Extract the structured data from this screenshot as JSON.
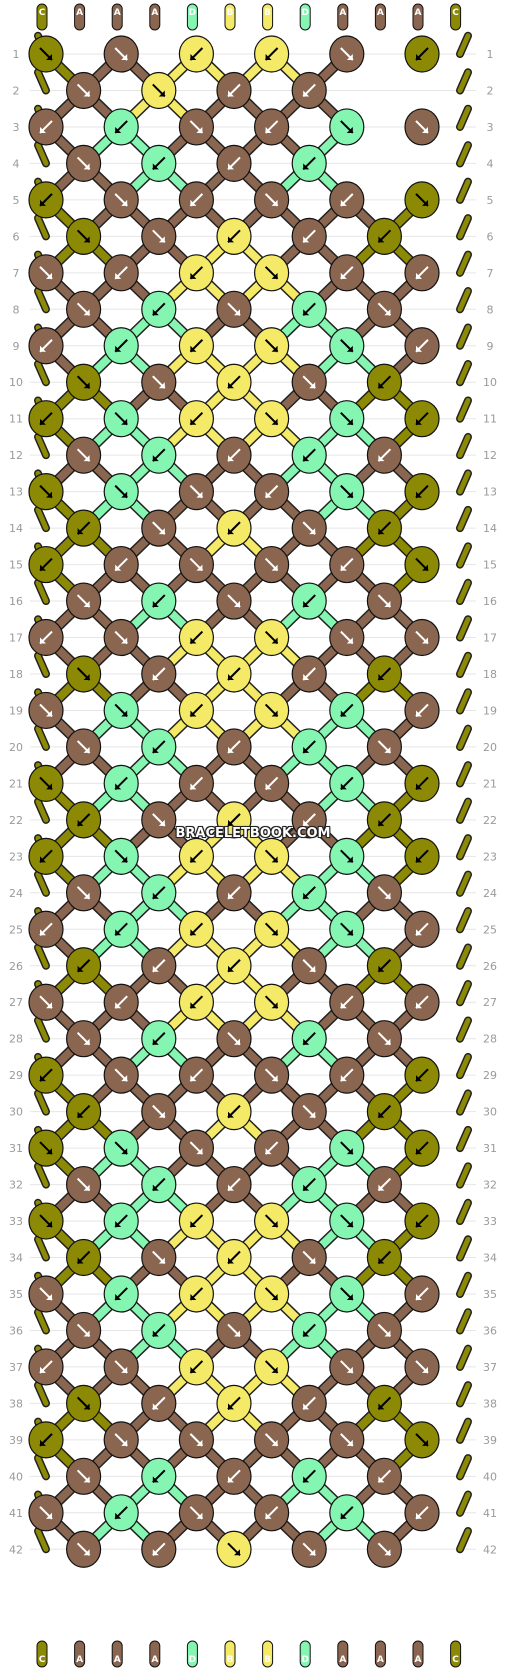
{
  "watermark": "BRACELETBOOK.COM",
  "colors": {
    "A": "#8a6650",
    "B": "#f4ea67",
    "C": "#8c8a04",
    "D": "#85f6b2"
  },
  "strands_top": [
    "C",
    "A",
    "A",
    "A",
    "D",
    "B",
    "B",
    "D",
    "A",
    "A",
    "A",
    "C"
  ],
  "strands_bottom": [
    "C",
    "A",
    "A",
    "A",
    "D",
    "B",
    "B",
    "D",
    "A",
    "A",
    "A",
    "C"
  ],
  "row_numbers": [
    "1",
    "2",
    "3",
    "4",
    "5",
    "6",
    "7",
    "8",
    "9",
    "10",
    "11",
    "12",
    "13",
    "14",
    "15",
    "16",
    "17",
    "18",
    "19",
    "20",
    "21",
    "22",
    "23",
    "24",
    "25",
    "26",
    "27",
    "28",
    "29",
    "30",
    "31",
    "32",
    "33",
    "34",
    "35",
    "36",
    "37",
    "38",
    "39",
    "40",
    "41",
    "42"
  ],
  "rows": [
    [
      "Cr",
      "Ar",
      "Bl",
      "Bl",
      "Ar",
      "Cl"
    ],
    [
      "Ar",
      "Br",
      "Al",
      "Al"
    ],
    [
      "Al",
      "Dl",
      "Ar",
      "Al",
      "Dr",
      "Ar"
    ],
    [
      "Ar",
      "Dl",
      "Al",
      "Dl"
    ],
    [
      "Cl",
      "Ar",
      "Al",
      "Ar",
      "Al",
      "Cr"
    ],
    [
      "Cr",
      "Ar",
      "Bl",
      "Al",
      "Cl"
    ],
    [
      "Ar",
      "Al",
      "Bl",
      "Br",
      "Al",
      "Al"
    ],
    [
      "Ar",
      "Dl",
      "Ar",
      "Dl",
      "Ar"
    ],
    [
      "Al",
      "Dl",
      "Bl",
      "Br",
      "Dr",
      "Al"
    ],
    [
      "Cr",
      "Ar",
      "Bl",
      "Ar",
      "Cl"
    ],
    [
      "Cl",
      "Dr",
      "Bl",
      "Br",
      "Dr",
      "Cl"
    ],
    [
      "Ar",
      "Dl",
      "Al",
      "Dl",
      "Al"
    ],
    [
      "Cr",
      "Dr",
      "Ar",
      "Al",
      "Dr",
      "Cl"
    ],
    [
      "Cl",
      "Ar",
      "Bl",
      "Ar",
      "Cl"
    ],
    [
      "Cl",
      "Al",
      "Ar",
      "Ar",
      "Al",
      "Cr"
    ],
    [
      "Ar",
      "Dl",
      "Ar",
      "Dl",
      "Ar"
    ],
    [
      "Al",
      "Ar",
      "Bl",
      "Br",
      "Ar",
      "Ar"
    ],
    [
      "Cr",
      "Al",
      "Bl",
      "Al",
      "Cl"
    ],
    [
      "Ar",
      "Dr",
      "Bl",
      "Br",
      "Dl",
      "Al"
    ],
    [
      "Ar",
      "Dl",
      "Al",
      "Dl",
      "Ar"
    ],
    [
      "Cr",
      "Dl",
      "Al",
      "Al",
      "Dl",
      "Cl"
    ],
    [
      "Cl",
      "Ar",
      "Bl",
      "Al",
      "Cl"
    ],
    [
      "Cl",
      "Dr",
      "Bl",
      "Br",
      "Dr",
      "Cl"
    ],
    [
      "Ar",
      "Dl",
      "Al",
      "Dl",
      "Ar"
    ],
    [
      "Al",
      "Dl",
      "Bl",
      "Br",
      "Dr",
      "Al"
    ],
    [
      "Cl",
      "Al",
      "Bl",
      "Ar",
      "Cl"
    ],
    [
      "Ar",
      "Al",
      "Bl",
      "Br",
      "Al",
      "Al"
    ],
    [
      "Ar",
      "Dl",
      "Ar",
      "Dl",
      "Ar"
    ],
    [
      "Cl",
      "Ar",
      "Al",
      "Ar",
      "Al",
      "Cl"
    ],
    [
      "Cl",
      "Ar",
      "Bl",
      "Ar",
      "Cl"
    ],
    [
      "Cr",
      "Dr",
      "Ar",
      "Al",
      "Dr",
      "Cl"
    ],
    [
      "Ar",
      "Dl",
      "Al",
      "Dl",
      "Al"
    ],
    [
      "Cr",
      "Dl",
      "Bl",
      "Br",
      "Dr",
      "Cl"
    ],
    [
      "Cl",
      "Ar",
      "Bl",
      "Ar",
      "Cl"
    ],
    [
      "Ar",
      "Dl",
      "Bl",
      "Br",
      "Dr",
      "Al"
    ],
    [
      "Ar",
      "Dl",
      "Ar",
      "Dl",
      "Ar"
    ],
    [
      "Al",
      "Ar",
      "Bl",
      "Br",
      "Ar",
      "Ar"
    ],
    [
      "Cr",
      "Al",
      "Bl",
      "Al",
      "Cl"
    ],
    [
      "Cl",
      "Ar",
      "Ar",
      "Ar",
      "Ar",
      "Cr"
    ],
    [
      "Ar",
      "Dl",
      "Al",
      "Dl",
      "Al"
    ],
    [
      "Ar",
      "Dl",
      "Ar",
      "Al",
      "Dl",
      "Al"
    ],
    [
      "Ar",
      "Al",
      "Br",
      "Ar",
      "Ar"
    ]
  ]
}
